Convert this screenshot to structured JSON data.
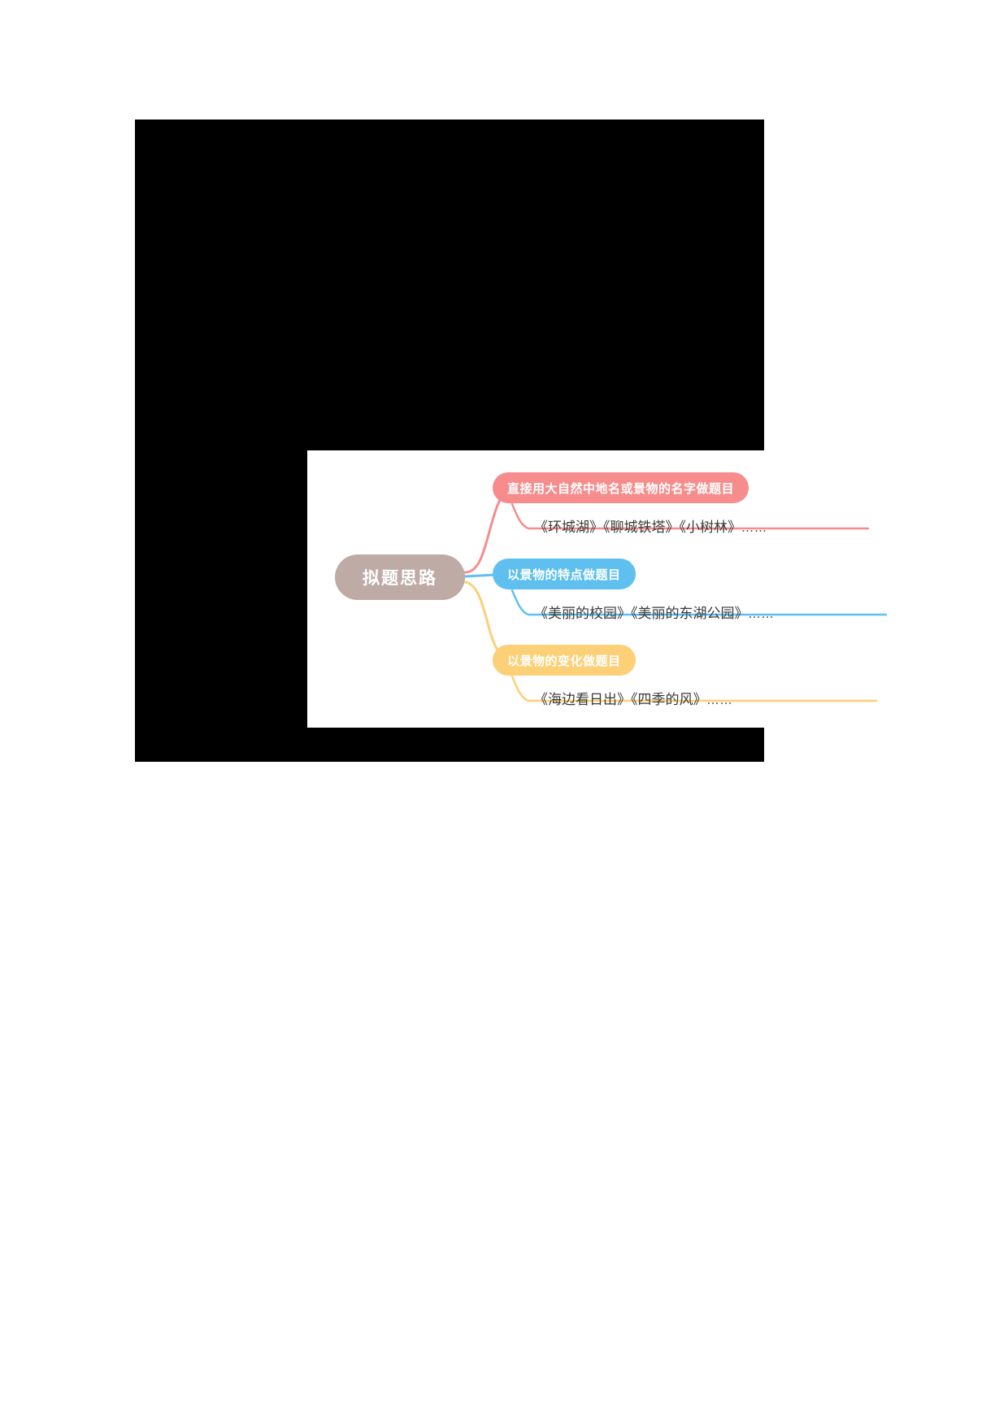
{
  "slide": {
    "background_color": "#000000",
    "card_background_color": "#ffffff"
  },
  "mindmap": {
    "root": {
      "label": "拟题思路",
      "color": "#bfaba6"
    },
    "branches": [
      {
        "label": "直接用大自然中地名或景物的名字做题目",
        "color": "#f68c8c",
        "examples": "《环城湖》《聊城铁塔》《小树林》",
        "ellipsis": "……"
      },
      {
        "label": "以景物的特点做题目",
        "color": "#5fc0f0",
        "examples": "《美丽的校园》《美丽的东湖公园》",
        "ellipsis": "……"
      },
      {
        "label": "以景物的变化做题目",
        "color": "#fbd077",
        "examples": "《海边看日出》《四季的风》",
        "ellipsis": "……"
      }
    ]
  }
}
